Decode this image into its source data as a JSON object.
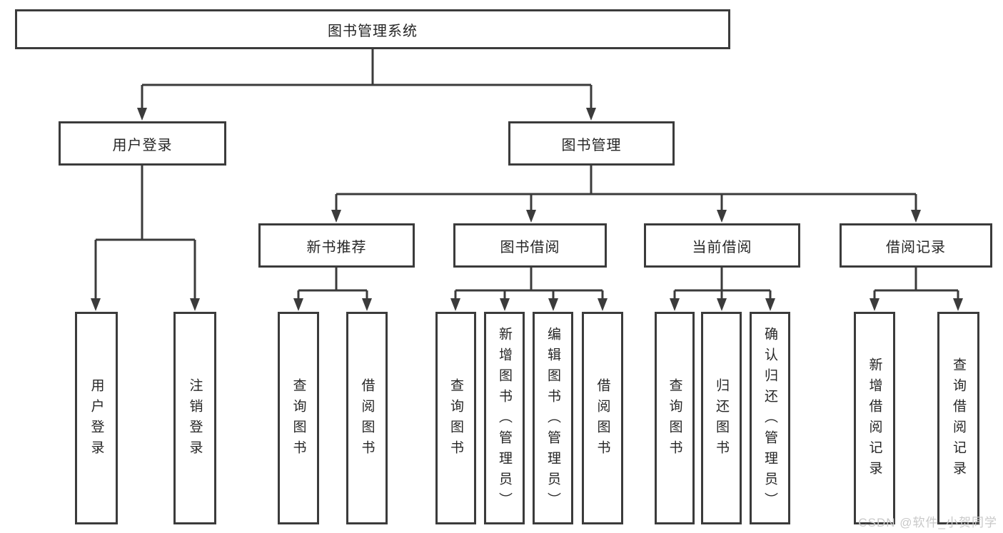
{
  "diagram": {
    "root": {
      "label": "图书管理系统"
    },
    "level2": [
      {
        "label": "用户登录"
      },
      {
        "label": "图书管理"
      }
    ],
    "level3": [
      {
        "label": "新书推荐"
      },
      {
        "label": "图书借阅"
      },
      {
        "label": "当前借阅"
      },
      {
        "label": "借阅记录"
      }
    ],
    "leaves": {
      "user_login": [
        "用户登录",
        "注销登录"
      ],
      "new_book": [
        "查询图书",
        "借阅图书"
      ],
      "book_borrow": [
        "查询图书",
        "新增图书（管理员）",
        "编辑图书（管理员）",
        "借阅图书"
      ],
      "current_borrow": [
        "查询图书",
        "归还图书",
        "确认归还（管理员）"
      ],
      "borrow_records": [
        "新增借阅记录",
        "查询借阅记录"
      ]
    }
  },
  "watermark": {
    "text": "CSDN @软件_小贺同学"
  },
  "colors": {
    "line": "#3b3b3b",
    "text": "#262626",
    "background": "#ffffff",
    "watermark": "#c9c9c9"
  }
}
